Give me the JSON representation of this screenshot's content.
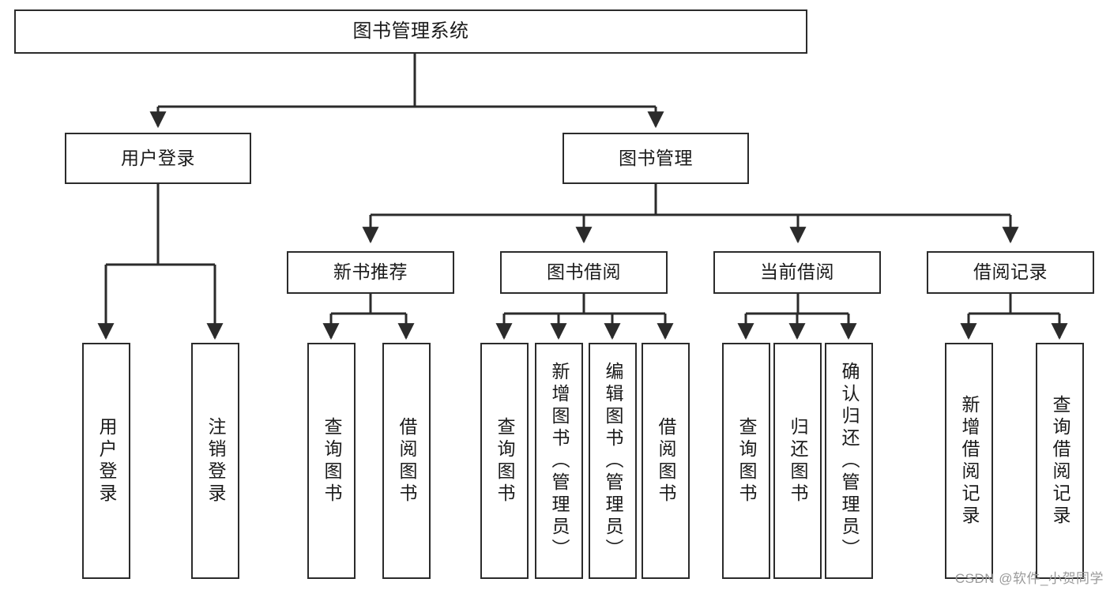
{
  "diagram": {
    "title": "图书管理系统",
    "type": "tree-structure-chart",
    "watermark": "CSDN @软件_小贺同学",
    "colors": {
      "stroke": "#2b2b2b",
      "fill": "#ffffff",
      "text": "#1a1a1a",
      "watermark": "#9a9a9a"
    },
    "nodes": {
      "root": {
        "label": "图书管理系统"
      },
      "level2": [
        {
          "id": "user-login",
          "label": "用户登录"
        },
        {
          "id": "book-manage",
          "label": "图书管理"
        }
      ],
      "level3": [
        {
          "id": "new-book-recommend",
          "label": "新书推荐"
        },
        {
          "id": "book-borrow",
          "label": "图书借阅"
        },
        {
          "id": "current-borrow",
          "label": "当前借阅"
        },
        {
          "id": "borrow-record",
          "label": "借阅记录"
        }
      ],
      "leaves": {
        "user_login": [
          {
            "id": "leaf-user-login",
            "label": "用户登录"
          },
          {
            "id": "leaf-logout-login",
            "label": "注销登录"
          }
        ],
        "new_book_recommend": [
          {
            "id": "leaf-query-book-1",
            "label": "查询图书"
          },
          {
            "id": "leaf-borrow-book-1",
            "label": "借阅图书"
          }
        ],
        "book_borrow": [
          {
            "id": "leaf-query-book-2",
            "label": "查询图书"
          },
          {
            "id": "leaf-add-book",
            "label": "新增图书（管理员）"
          },
          {
            "id": "leaf-edit-book",
            "label": "编辑图书（管理员）"
          },
          {
            "id": "leaf-borrow-book-2",
            "label": "借阅图书"
          }
        ],
        "current_borrow": [
          {
            "id": "leaf-query-book-3",
            "label": "查询图书"
          },
          {
            "id": "leaf-return-book",
            "label": "归还图书"
          },
          {
            "id": "leaf-confirm-return",
            "label": "确认归还（管理员）"
          }
        ],
        "borrow_record": [
          {
            "id": "leaf-add-record",
            "label": "新增借阅记录"
          },
          {
            "id": "leaf-query-record",
            "label": "查询借阅记录"
          }
        ]
      }
    }
  }
}
